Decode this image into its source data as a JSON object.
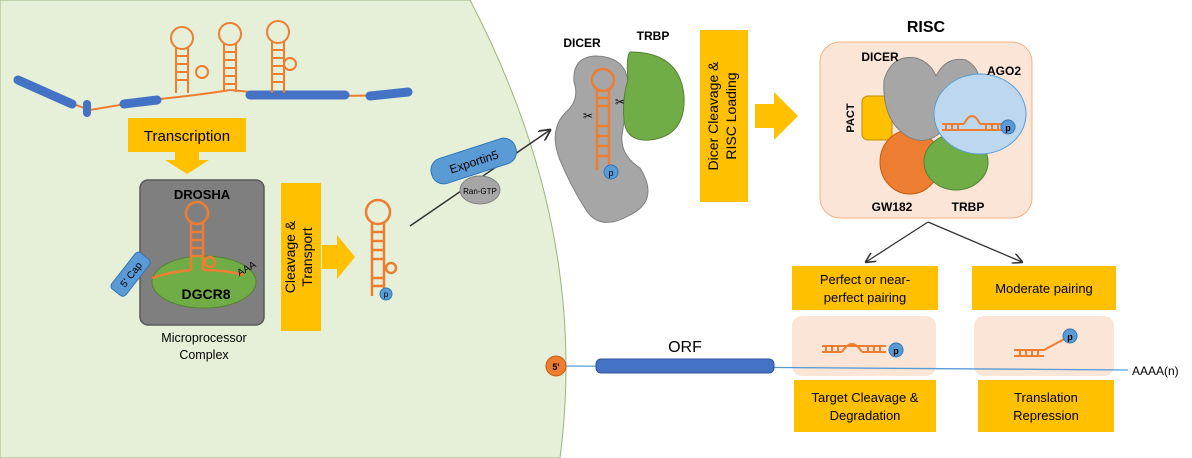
{
  "nucleus": {
    "transcription_label": "Transcription",
    "drosha_label": "DROSHA",
    "dgcr8_label": "DGCR8",
    "cap_label": "5' Cap",
    "polya_label": "AAA",
    "microprocessor_line1": "Microprocessor",
    "microprocessor_line2": "Complex",
    "cleavage_line1": "Cleavage &",
    "cleavage_line2": "Transport"
  },
  "export": {
    "exportin_label": "Exportin5",
    "rangtp_label": "Ran-GTP"
  },
  "dicer_stage": {
    "dicer_label": "DICER",
    "trbp_label": "TRBP",
    "phosphate_label": "p",
    "step_line1": "Dicer Cleavage &",
    "step_line2": "RISC Loading"
  },
  "risc": {
    "title": "RISC",
    "dicer_label": "DICER",
    "ago2_label": "AGO2",
    "pact_label": "PACT",
    "gw182_label": "GW182",
    "trbp_label": "TRBP",
    "phosphate_label": "p"
  },
  "outcomes": {
    "perfect_line1": "Perfect or near-",
    "perfect_line2": "perfect pairing",
    "moderate_label": "Moderate pairing",
    "cleavage_line1": "Target Cleavage &",
    "cleavage_line2": "Degradation",
    "repression_line1": "Translation",
    "repression_line2": "Repression"
  },
  "mrna": {
    "five_prime_label": "5'",
    "orf_label": "ORF",
    "polya_label": "AAAA(n)"
  },
  "colors": {
    "nucleus_fill": "#e6f0d8",
    "yellow": "#ffc000",
    "orange": "#ed7d31",
    "blue": "#4472c4",
    "light_blue": "#5b9bd5",
    "green": "#70ad47",
    "gray": "#a6a6a6",
    "peach": "#fbe5d6"
  }
}
